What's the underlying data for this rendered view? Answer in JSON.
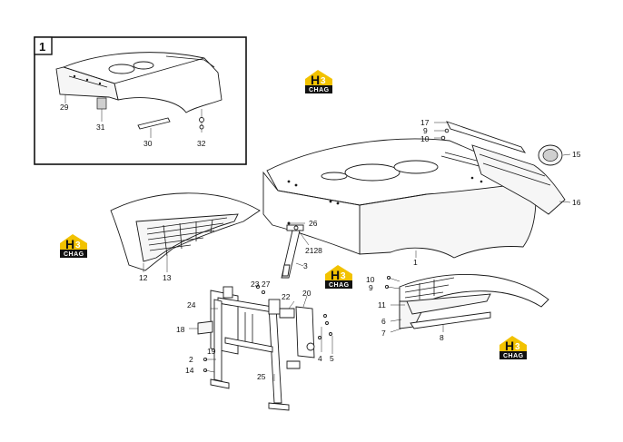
{
  "inset": {
    "number": "1"
  },
  "watermark": {
    "brand": "H",
    "brand_mark": "3",
    "word": "CHAG"
  },
  "callouts": {
    "c29": "29",
    "c31": "31",
    "c30": "30",
    "c32": "32",
    "c17": "17",
    "c9a": "9",
    "c10a": "10",
    "c15": "15",
    "c16": "16",
    "c1": "1",
    "c26": "26",
    "c21_28": "2128",
    "c3": "3",
    "c12": "12",
    "c13": "13",
    "c23": "23",
    "c27": "27",
    "c24": "24",
    "c22": "22",
    "c20": "20",
    "c18": "18",
    "c19": "19",
    "c2": "2",
    "c14": "14",
    "c25": "25",
    "c4": "4",
    "c5": "5",
    "c10b": "10",
    "c9b": "9",
    "c11": "11",
    "c6": "6",
    "c7": "7",
    "c8": "8"
  }
}
